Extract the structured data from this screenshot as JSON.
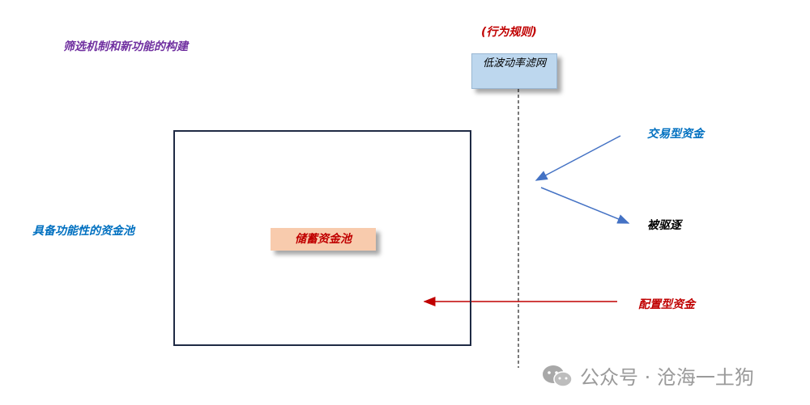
{
  "labels": {
    "title": "筛选机制和新功能的构建",
    "rule": "(行为规则)",
    "filter": "低波动率滤网",
    "left_pool": "具备功能性的资金池",
    "storage": "储蓄资金池",
    "trade_capital": "交易型资金",
    "expelled": "被驱逐",
    "alloc_capital": "配置型资金"
  },
  "watermark": {
    "text": "公众号 · 沧海一土狗",
    "icon": "wechat-icon"
  },
  "colors": {
    "purple": "#7030a0",
    "blue": "#0070c0",
    "red": "#c00000",
    "filter_fill": "#bdd7ee",
    "storage_fill": "#f8cbad",
    "arrow_blue": "#4472c4",
    "arrow_red": "#c00000"
  }
}
